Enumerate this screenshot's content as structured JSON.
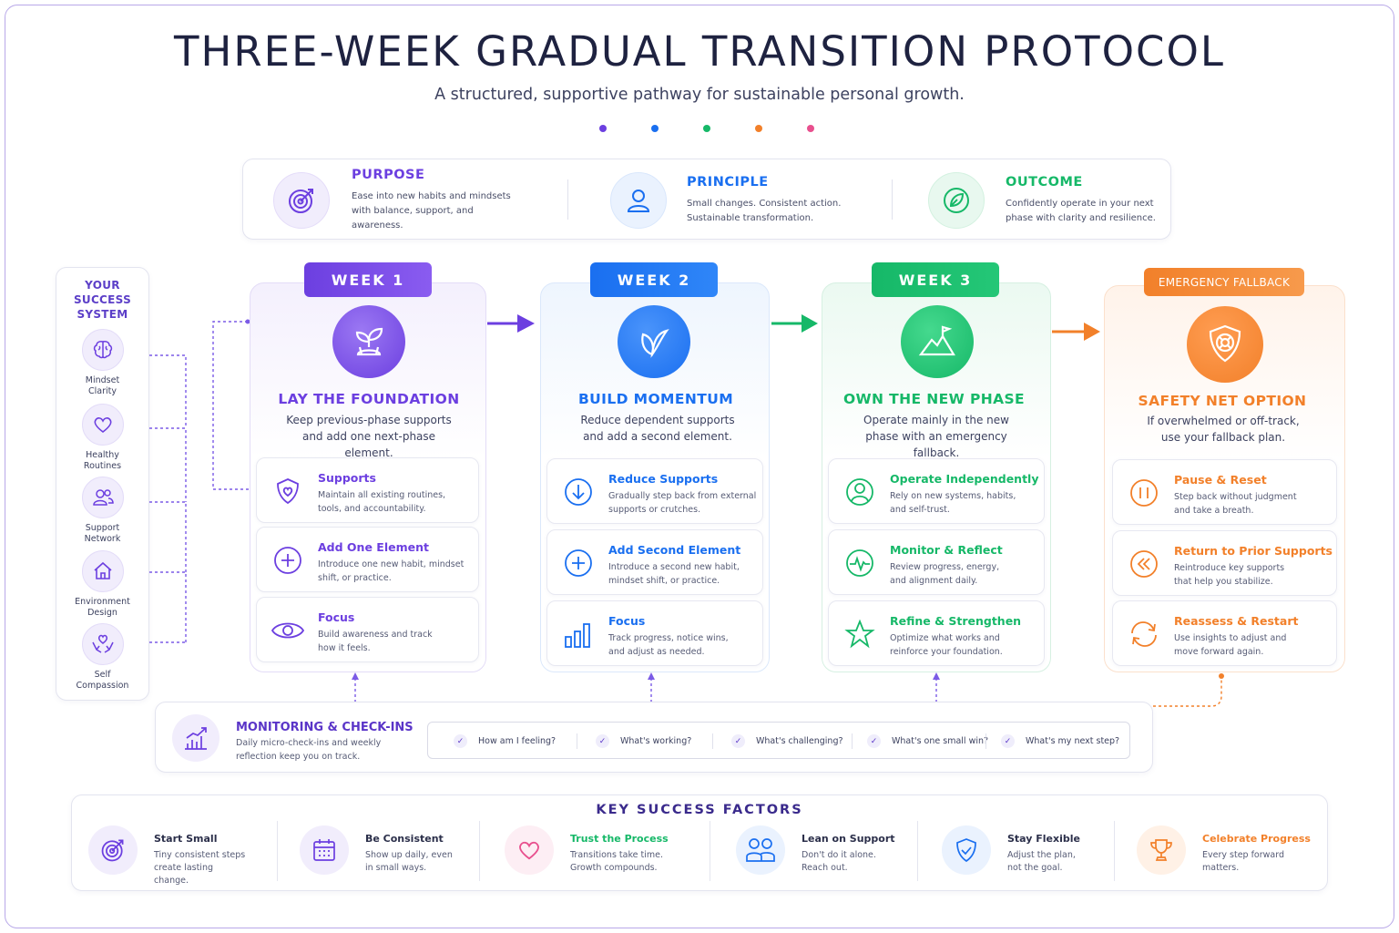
{
  "header": {
    "title": "THREE-WEEK GRADUAL TRANSITION PROTOCOL",
    "subtitle": "A structured, supportive pathway for sustainable personal growth."
  },
  "colors": {
    "purple": "#6c3fe0",
    "blue": "#1a6ff0",
    "green": "#16b868",
    "orange": "#f2802a",
    "pink": "#e8508e",
    "dots": [
      "#6c3fe0",
      "#1a6ff0",
      "#16b868",
      "#f2802a",
      "#e8508e"
    ]
  },
  "overview": [
    {
      "title": "PURPOSE",
      "desc": "Ease into new habits and mindsets with balance, support, and awareness.",
      "icon": "target-icon"
    },
    {
      "title": "PRINCIPLE",
      "desc": "Small changes. Consistent action. Sustainable transformation.",
      "icon": "person-icon"
    },
    {
      "title": "OUTCOME",
      "desc": "Confidently operate in your next phase with clarity and resilience.",
      "icon": "leaf-icon"
    }
  ],
  "sidebar": {
    "title": "YOUR SUCCESS SYSTEM",
    "items": [
      {
        "label": "Mindset Clarity",
        "icon": "brain-icon"
      },
      {
        "label": "Healthy Routines",
        "icon": "heart-icon"
      },
      {
        "label": "Support Network",
        "icon": "people-icon"
      },
      {
        "label": "Environment Design",
        "icon": "home-icon"
      },
      {
        "label": "Self Compassion",
        "icon": "hands-heart-icon"
      }
    ]
  },
  "weeks": [
    {
      "badge": "WEEK 1",
      "title": "LAY THE FOUNDATION",
      "desc": "Keep previous-phase supports and add one next-phase element.",
      "icon": "sprout-icon",
      "items": [
        {
          "title": "Supports",
          "desc": "Maintain all existing routines, tools, and accountability.",
          "icon": "shield-heart-icon"
        },
        {
          "title": "Add One Element",
          "desc": "Introduce one new habit, mindset shift, or practice.",
          "icon": "plus-circle-icon"
        },
        {
          "title": "Focus",
          "desc": "Build awareness and track how it feels.",
          "icon": "eye-icon"
        }
      ]
    },
    {
      "badge": "WEEK 2",
      "title": "BUILD MOMENTUM",
      "desc": "Reduce dependent supports and add a second element.",
      "icon": "leaves-icon",
      "items": [
        {
          "title": "Reduce Supports",
          "desc": "Gradually step back from external supports or crutches.",
          "icon": "arrow-down-circle-icon"
        },
        {
          "title": "Add Second Element",
          "desc": "Introduce a second new habit, mindset shift, or practice.",
          "icon": "plus-circle-icon"
        },
        {
          "title": "Focus",
          "desc": "Track progress, notice wins, and adjust as needed.",
          "icon": "bar-chart-icon"
        }
      ]
    },
    {
      "badge": "WEEK 3",
      "title": "OWN THE NEW PHASE",
      "desc": "Operate mainly in the new phase with an emergency fallback.",
      "icon": "mountain-flag-icon",
      "items": [
        {
          "title": "Operate Independently",
          "desc": "Rely on new systems, habits, and self-trust.",
          "icon": "person-circle-icon"
        },
        {
          "title": "Monitor & Reflect",
          "desc": "Review progress, energy, and alignment daily.",
          "icon": "pulse-icon"
        },
        {
          "title": "Refine & Strengthen",
          "desc": "Optimize what works and reinforce your foundation.",
          "icon": "star-icon"
        }
      ]
    },
    {
      "badge": "EMERGENCY FALLBACK",
      "title": "SAFETY NET OPTION",
      "desc": "If overwhelmed or off-track, use your fallback plan.",
      "icon": "shield-lifebuoy-icon",
      "items": [
        {
          "title": "Pause & Reset",
          "desc": "Step back without judgment and take a breath.",
          "icon": "pause-circle-icon"
        },
        {
          "title": "Return to Prior Supports",
          "desc": "Reintroduce key supports that help you stabilize.",
          "icon": "rewind-circle-icon"
        },
        {
          "title": "Reassess & Restart",
          "desc": "Use insights to adjust and move forward again.",
          "icon": "refresh-icon"
        }
      ]
    }
  ],
  "monitoring": {
    "title": "MONITORING & CHECK-INS",
    "desc": "Daily micro-check-ins and weekly reflection keep you on track.",
    "icon": "chart-growth-icon",
    "questions": [
      "How am I feeling?",
      "What's working?",
      "What's challenging?",
      "What's one small win?",
      "What's my next step?"
    ]
  },
  "factors": {
    "title": "KEY SUCCESS FACTORS",
    "items": [
      {
        "name": "Start Small",
        "desc": "Tiny consistent steps create lasting change.",
        "icon": "target-icon"
      },
      {
        "name": "Be Consistent",
        "desc": "Show up daily, even in small ways.",
        "icon": "calendar-icon"
      },
      {
        "name": "Trust the Process",
        "desc": "Transitions take time. Growth compounds.",
        "icon": "heart-icon"
      },
      {
        "name": "Lean on Support",
        "desc": "Don't do it alone. Reach out.",
        "icon": "people-icon"
      },
      {
        "name": "Stay Flexible",
        "desc": "Adjust the plan, not the goal.",
        "icon": "shield-icon"
      },
      {
        "name": "Celebrate Progress",
        "desc": "Every step forward matters.",
        "icon": "trophy-icon"
      }
    ]
  }
}
